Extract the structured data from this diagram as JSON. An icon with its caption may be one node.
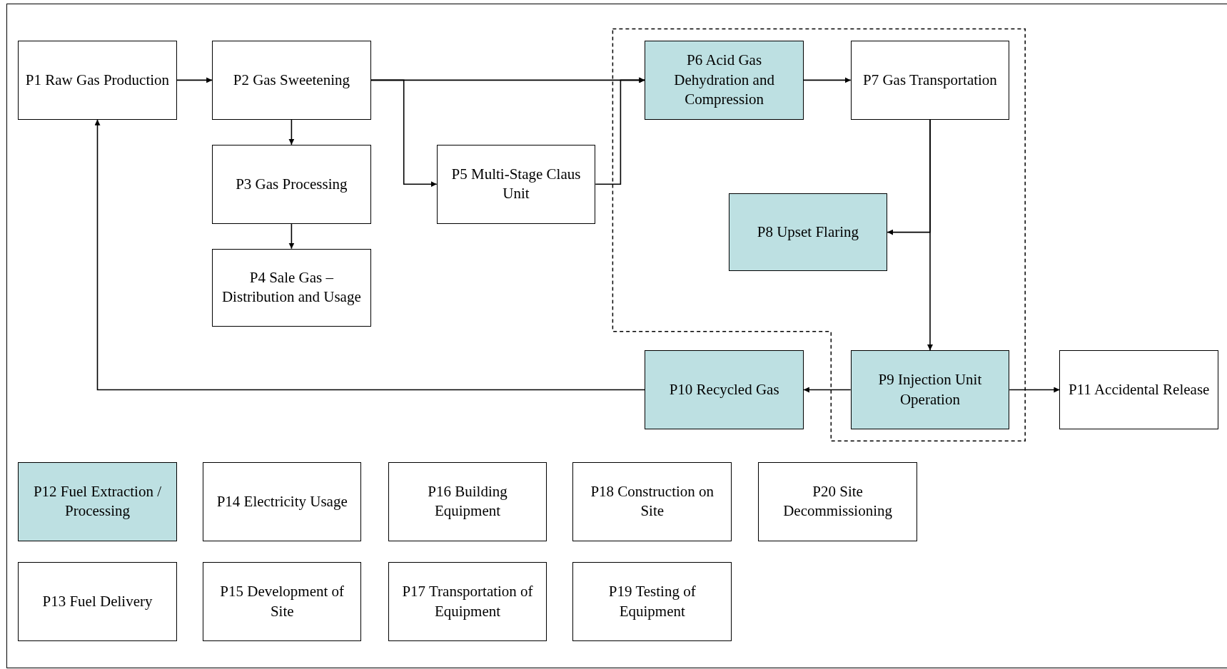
{
  "diagram": {
    "nodes": [
      {
        "text": [
          "P1 Raw Gas Production"
        ]
      },
      {
        "text": [
          "P2 Gas Sweetening"
        ]
      },
      {
        "text": [
          "P3 Gas Processing"
        ]
      },
      {
        "text": [
          "P4 Sale Gas – Distribution and Usage"
        ]
      },
      {
        "text": [
          "P5 Multi-Stage Claus Unit"
        ]
      },
      {
        "text": [
          "P6 Acid Gas Dehydration and Compression"
        ]
      },
      {
        "text": [
          "P7 Gas Transportation"
        ]
      },
      {
        "text": [
          "P8 Upset Flaring"
        ]
      },
      {
        "text": [
          "P9 Injection Unit Operation"
        ]
      },
      {
        "text": [
          "P10 Recycled Gas"
        ]
      },
      {
        "text": [
          "P11 Accidental Release"
        ]
      },
      {
        "text": [
          "P12 Fuel Extraction / Processing"
        ]
      },
      {
        "text": [
          "P13 Fuel Delivery"
        ]
      },
      {
        "text": [
          "P14 Electricity Usage"
        ]
      },
      {
        "text": [
          "P15 Development of Site"
        ]
      },
      {
        "text": [
          "P16 Building Equipment"
        ]
      },
      {
        "text": [
          "P17 Transportation of Equipment"
        ]
      },
      {
        "text": [
          "P18 Construction on Site"
        ]
      },
      {
        "text": [
          "P19 Testing of Equipment"
        ]
      },
      {
        "text": [
          "P20 Site Decommissioning"
        ]
      }
    ],
    "edges": [
      {
        "from": 0,
        "to": 1,
        "arrow": "to"
      },
      {
        "from": 1,
        "to": 2,
        "arrow": "to"
      },
      {
        "from": 2,
        "to": 3,
        "arrow": "to"
      },
      {
        "from": 1,
        "to": 5,
        "arrow": "to"
      },
      {
        "from": 1,
        "to": 4,
        "arrow": "to"
      },
      {
        "from": 4,
        "to": 5,
        "arrow": "to"
      },
      {
        "from": 5,
        "to": 6,
        "arrow": "to"
      },
      {
        "from": 6,
        "to": 7,
        "arrow": "to"
      },
      {
        "from": 6,
        "to": 8,
        "arrow": "to"
      },
      {
        "from": 8,
        "to": 9,
        "arrow": "to"
      },
      {
        "from": 8,
        "to": 10,
        "arrow": "to"
      },
      {
        "from": 9,
        "to": 0,
        "arrow": "to"
      }
    ]
  }
}
